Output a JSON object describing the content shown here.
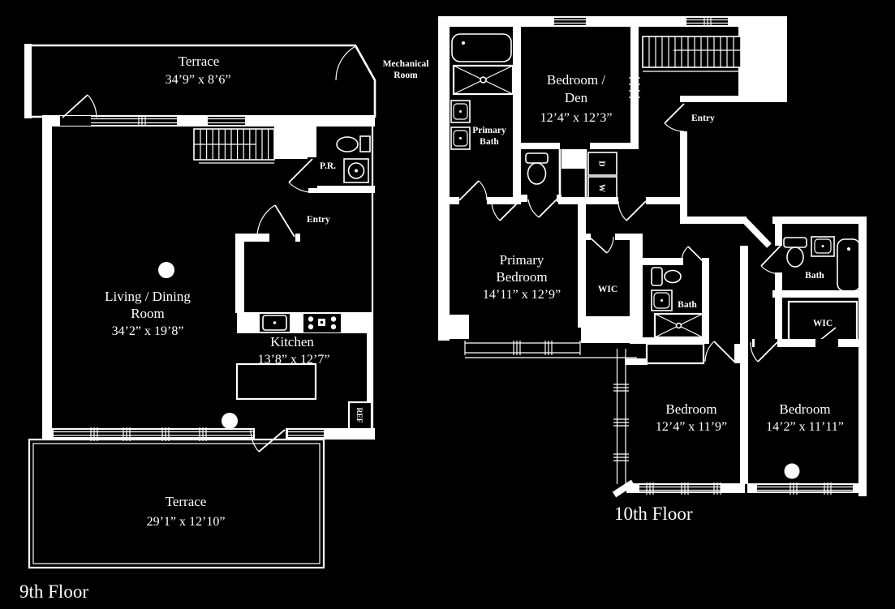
{
  "colors": {
    "background": "#000000",
    "line": "#ffffff",
    "text": "#ffffff"
  },
  "floor9": {
    "label": "9th Floor",
    "terrace_top": {
      "name": "Terrace",
      "dims": "34’9” x 8’6”"
    },
    "mechanical_room": {
      "line1": "Mechanical",
      "line2": "Room"
    },
    "powder_room": {
      "name": "P.R."
    },
    "entry": {
      "name": "Entry"
    },
    "living_dining": {
      "line1": "Living / Dining",
      "line2": "Room",
      "dims": "34’2” x 19’8”"
    },
    "kitchen": {
      "name": "Kitchen",
      "dims": "13’8” x 12’7”"
    },
    "refrigerator": {
      "name": "REF"
    },
    "terrace_bottom": {
      "name": "Terrace",
      "dims": "29’1” x 12’10”"
    }
  },
  "floor10": {
    "label": "10th Floor",
    "primary_bath": {
      "line1": "Primary",
      "line2": "Bath"
    },
    "bedroom_den": {
      "line1": "Bedroom /",
      "line2": "Den",
      "dims": "12’4” x 12’3”"
    },
    "entry": {
      "name": "Entry"
    },
    "laundry": {
      "dryer": "D",
      "washer": "W"
    },
    "primary_bedroom": {
      "line1": "Primary",
      "line2": "Bedroom",
      "dims": "14’11” x 12’9”"
    },
    "wic_center": {
      "name": "WIC"
    },
    "bath_center": {
      "name": "Bath"
    },
    "bath_right": {
      "name": "Bath"
    },
    "wic_right": {
      "name": "WIC"
    },
    "bedroom_left": {
      "name": "Bedroom",
      "dims": "12’4” x 11’9”"
    },
    "bedroom_right": {
      "name": "Bedroom",
      "dims": "14’2” x 11’11”"
    }
  }
}
